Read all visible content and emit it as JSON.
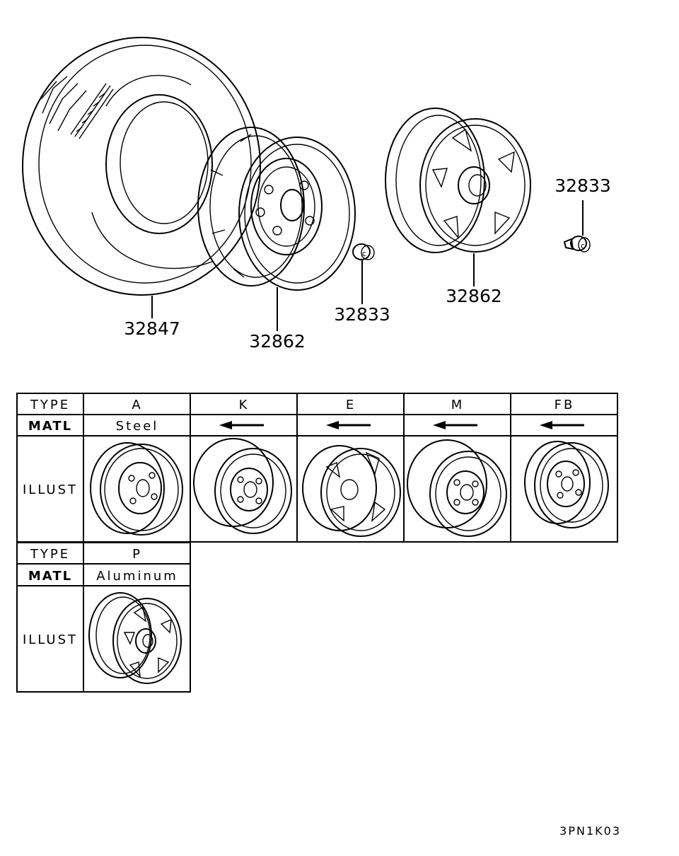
{
  "parts": [
    {
      "id": "tire",
      "number": "32847"
    },
    {
      "id": "steel-wheel",
      "number": "32862"
    },
    {
      "id": "nut-steel",
      "number": "32833"
    },
    {
      "id": "alloy-wheel",
      "number": "32862"
    },
    {
      "id": "nut-alloy",
      "number": "32833"
    }
  ],
  "table": {
    "row_labels": {
      "type": "TYPE",
      "matl": "MATL",
      "illust": "ILLUST"
    },
    "top_types": [
      "A",
      "K",
      "E",
      "M",
      "FB"
    ],
    "top_matl_first": "Steel",
    "bottom_type": "P",
    "bottom_matl": "Aluminum"
  },
  "diagram_code": "3PN1K03"
}
